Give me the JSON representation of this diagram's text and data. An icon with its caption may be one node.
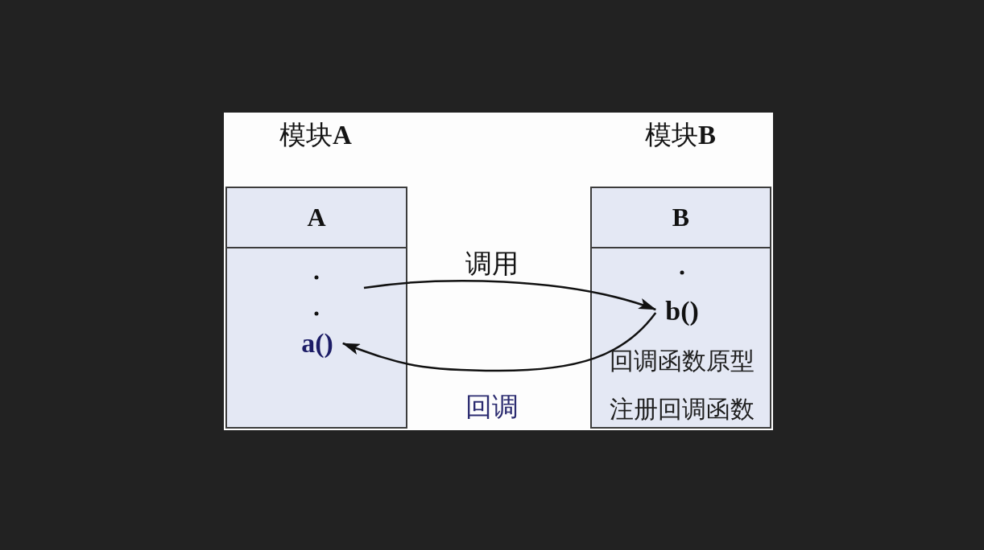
{
  "diagram": {
    "nodes": [
      {
        "text": [
          "A"
        ],
        "beside": [
          "模块**A**"
        ]
      },
      {
        "text": [
          "a()"
        ],
        "in": 0
      },
      {
        "text": [
          "B",
          "回调函数原型",
          "注册回调函数"
        ],
        "beside": [
          "模块**B**"
        ]
      },
      {
        "text": [
          "b()"
        ],
        "in": 2
      }
    ],
    "edges": [
      {
        "from": 0,
        "to": 3,
        "arrow": "to",
        "label": "调用"
      },
      {
        "from": 3,
        "to": 1,
        "arrow": "to",
        "label": "回调"
      }
    ]
  }
}
